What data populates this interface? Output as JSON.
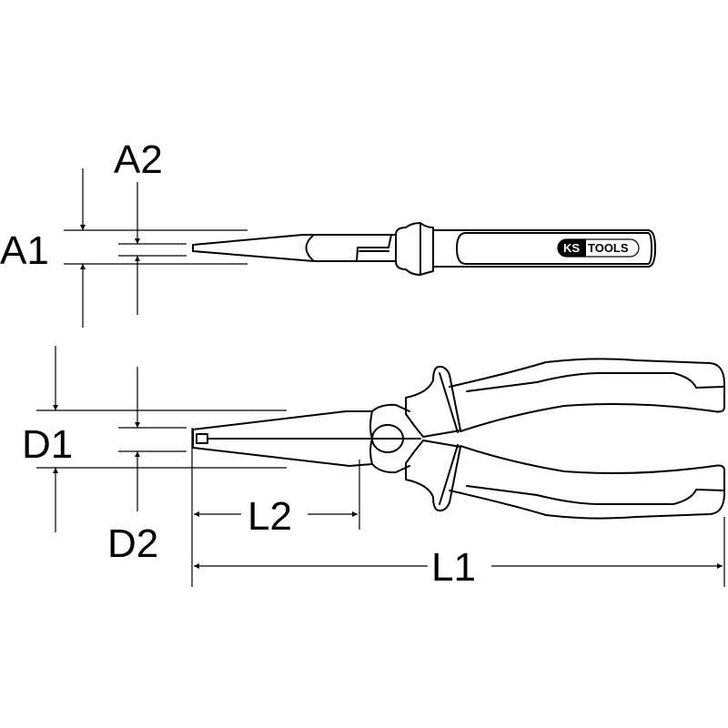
{
  "labels": {
    "a1": "A1",
    "a2": "A2",
    "d1": "D1",
    "d2": "D2",
    "l1": "L1",
    "l2": "L2"
  },
  "logo": {
    "brand_ks": "KS",
    "brand_tools": "TOOLS"
  },
  "colors": {
    "line": "#000000",
    "background": "#ffffff"
  }
}
